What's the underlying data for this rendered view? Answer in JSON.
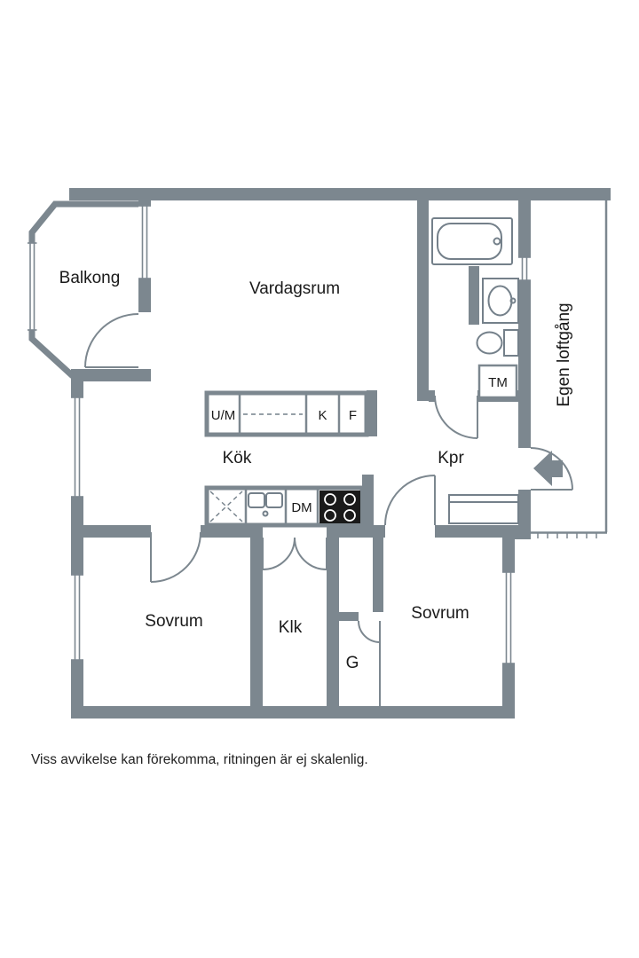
{
  "colors": {
    "wall": "#7c878f",
    "fixture": "#74808a",
    "text": "#1a1a1a",
    "stove": "#1a1a1a",
    "bg": "#ffffff"
  },
  "rooms": {
    "balkong": "Balkong",
    "vardagsrum": "Vardagsrum",
    "egen_loftgang": "Egen loftgång",
    "kok": "Kök",
    "kpr": "Kpr",
    "sovrum_left": "Sovrum",
    "klk": "Klk",
    "sovrum_right": "Sovrum",
    "garderob": "G"
  },
  "appliances": {
    "tm": "TM",
    "dm": "DM",
    "um": "U/M",
    "kyl": "K",
    "frys": "F"
  },
  "disclaimer": "Viss avvikelse kan förekomma, ritningen är ej skalenlig."
}
